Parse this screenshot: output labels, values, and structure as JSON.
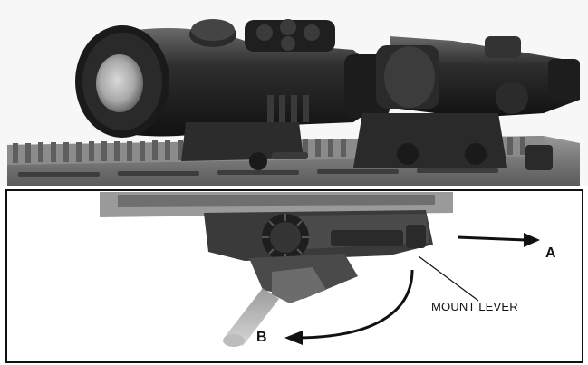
{
  "labels": {
    "arrow_a": "A",
    "arrow_b": "B",
    "mount_lever": "MOUNT LEVER"
  },
  "colors": {
    "background": "#ffffff",
    "ink": "#111111"
  }
}
